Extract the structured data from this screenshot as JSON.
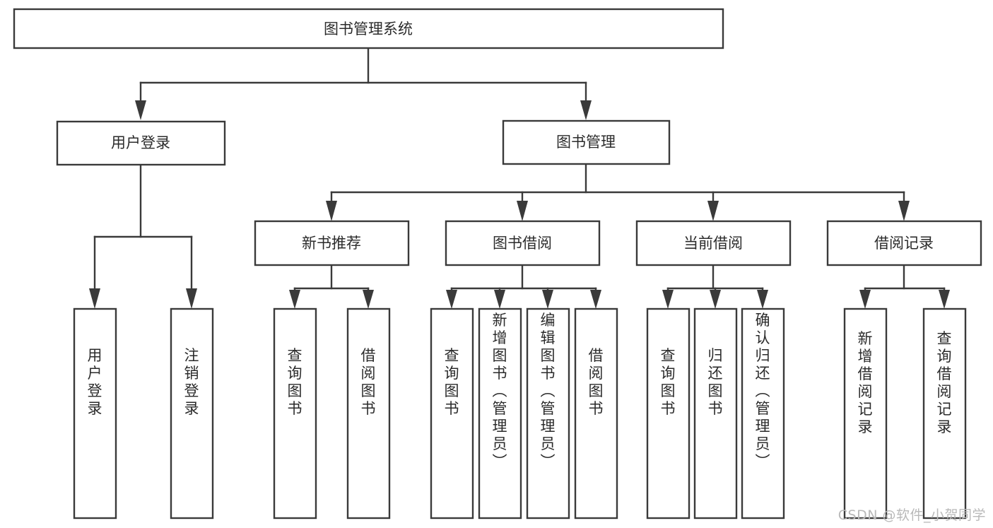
{
  "diagram": {
    "title": "图书管理系统",
    "type": "tree-hierarchy-diagram",
    "colors": {
      "background": "#ffffff",
      "box_stroke": "#3a3a3a",
      "box_fill": "#ffffff",
      "connector": "#3a3a3a",
      "label_text": "#2b2b2b",
      "watermark_text": "#b9b9b9"
    },
    "root": {
      "label": "图书管理系统"
    },
    "level2": [
      {
        "id": "user-login",
        "label": "用户登录"
      },
      {
        "id": "book-manage",
        "label": "图书管理"
      }
    ],
    "level3": [
      {
        "id": "new-book-rec",
        "label": "新书推荐",
        "parent": "book-manage"
      },
      {
        "id": "book-borrow",
        "label": "图书借阅",
        "parent": "book-manage"
      },
      {
        "id": "current-borrow",
        "label": "当前借阅",
        "parent": "book-manage"
      },
      {
        "id": "borrow-record",
        "label": "借阅记录",
        "parent": "book-manage"
      }
    ],
    "leaves": [
      {
        "id": "leaf-user-login",
        "label": "用户登录",
        "parent": "user-login"
      },
      {
        "id": "leaf-logout-login",
        "label": "注销登录",
        "parent": "user-login"
      },
      {
        "id": "leaf-query-book-1",
        "label": "查询图书",
        "parent": "new-book-rec"
      },
      {
        "id": "leaf-borrow-book-1",
        "label": "借阅图书",
        "parent": "new-book-rec"
      },
      {
        "id": "leaf-query-book-2",
        "label": "查询图书",
        "parent": "book-borrow"
      },
      {
        "id": "leaf-add-book",
        "label": "新增图书（管理员）",
        "parent": "book-borrow"
      },
      {
        "id": "leaf-edit-book",
        "label": "编辑图书（管理员）",
        "parent": "book-borrow"
      },
      {
        "id": "leaf-borrow-book-2",
        "label": "借阅图书",
        "parent": "book-borrow"
      },
      {
        "id": "leaf-query-book-3",
        "label": "查询图书",
        "parent": "current-borrow"
      },
      {
        "id": "leaf-return-book",
        "label": "归还图书",
        "parent": "current-borrow"
      },
      {
        "id": "leaf-confirm-return",
        "label": "确认归还（管理员）",
        "parent": "current-borrow"
      },
      {
        "id": "leaf-add-record",
        "label": "新增借阅记录",
        "parent": "borrow-record"
      },
      {
        "id": "leaf-query-record",
        "label": "查询借阅记录",
        "parent": "borrow-record"
      }
    ],
    "watermark": "CSDN @软件_小贺同学"
  }
}
